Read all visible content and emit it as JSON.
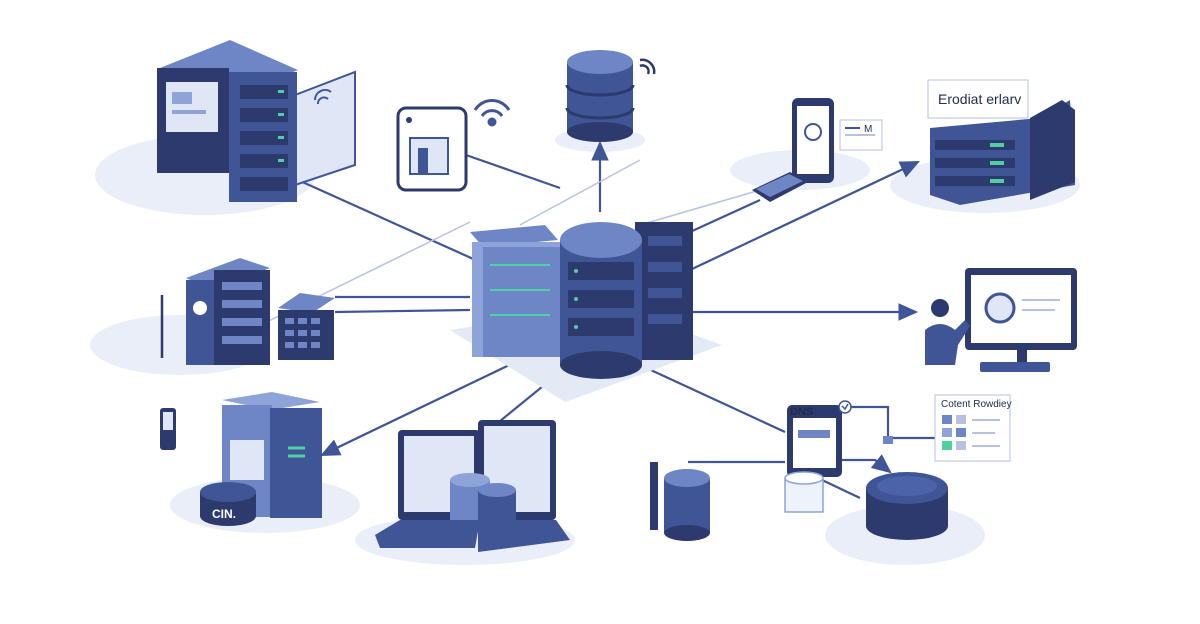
{
  "labels": {
    "edge_server": "Erodiat erlarv",
    "content_delivery": "Cotent Rowdiey",
    "disk_label": "CIN.",
    "dns_tag": "DNS",
    "small_tag": "M"
  },
  "colors": {
    "primary": "#3f5596",
    "dark": "#2c3a6e",
    "light": "#6f86c6",
    "pale": "#dfe6f5",
    "accent_green": "#4fd0a0"
  }
}
